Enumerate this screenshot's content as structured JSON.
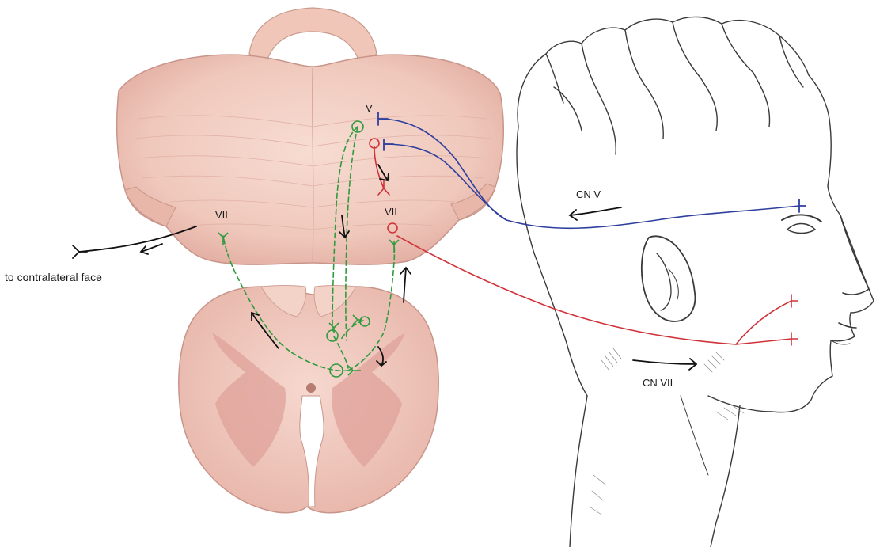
{
  "labels": {
    "v": "V",
    "vii_left": "VII",
    "vii_right": "VII",
    "contralateral": "to contralateral face",
    "cn_v": "CN V",
    "cn_vii": "CN VII"
  },
  "colors": {
    "cn_v": "#2f3f9e",
    "cn_vii": "#d1323a",
    "green_pathway": "#2f9a3e",
    "arrows": "#111111",
    "brain_fill": "#f2cfc4",
    "brain_shade": "#e3aea3",
    "sketch": "#3a3a3a"
  },
  "icons": {
    "synapse": "synapse-y-icon",
    "neuron_body": "neuron-circle-icon",
    "direction_arrow": "curved-arrow-icon"
  }
}
